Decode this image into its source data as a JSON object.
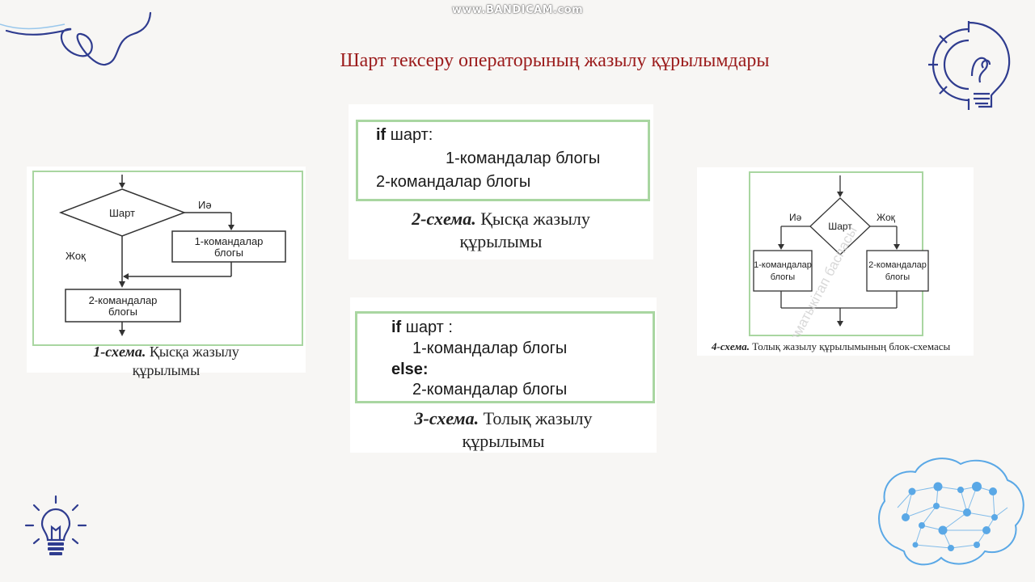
{
  "watermark": "www.BANDICAM.com",
  "title": "Шарт тексеру операторының жазылу құрылымдары",
  "scheme1": {
    "condition": "Шарт",
    "yes_label": "Иә",
    "no_label": "Жоқ",
    "block1_line1": "1-командалар",
    "block1_line2": "блогы",
    "block2_line1": "2-командалар",
    "block2_line2": "блогы",
    "caption_italic": "1-схема.",
    "caption_rest": "Қысқа жазылу",
    "caption_line2": "құрылымы"
  },
  "scheme2": {
    "kw_if": "if",
    "cond": "шарт:",
    "line2": "1-командалар блогы",
    "line3": "2-командалар блогы",
    "caption_italic": "2-схема.",
    "caption_rest": "Қысқа жазылу",
    "caption_line2": "құрылымы"
  },
  "scheme3": {
    "kw_if": "if",
    "cond": "шарт :",
    "line2": "1-командалар блогы",
    "kw_else": "else:",
    "line4": "2-командалар блогы",
    "caption_italic": "3-схема.",
    "caption_rest": "Толық жазылу",
    "caption_line2": "құрылымы"
  },
  "scheme4": {
    "condition": "Шарт",
    "yes_label": "Иә",
    "no_label": "Жоқ",
    "block1_line1": "1-командалар",
    "block1_line2": "блогы",
    "block2_line1": "2-командалар",
    "block2_line2": "блогы",
    "caption_italic": "4-схема.",
    "caption_rest": "Толық жазылу құрылымының блок-схемасы",
    "faint_watermark": "Алматыкітап баспасы"
  },
  "colors": {
    "title": "#9b1b1b",
    "frame_green": "#a9d6a1",
    "deco_blue": "#2f3c8f",
    "brain_blue": "#5aa8e6"
  },
  "icons": [
    "squiggle-decoration",
    "gear-bulb-icon",
    "lightbulb-icon",
    "brain-network-icon"
  ]
}
